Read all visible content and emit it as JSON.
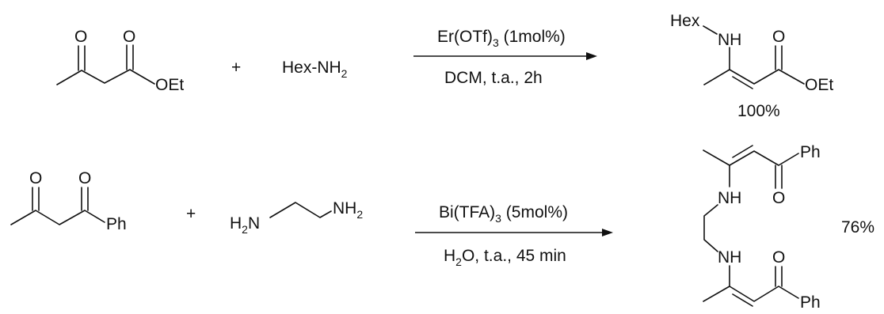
{
  "reaction1": {
    "reactant_a": {
      "O_ketone": "O",
      "O_ester": "O",
      "OEt": "OEt"
    },
    "plus": "+",
    "reactant_b": {
      "hex": "Hex-NH",
      "sub": "2"
    },
    "conditions_top": {
      "pre": "Er(OTf)",
      "sub": "3",
      "post": " (1mol%)"
    },
    "conditions_bottom": "DCM, t.a., 2h",
    "product": {
      "hex": "Hex",
      "nh": "NH",
      "O": "O",
      "OEt": "OEt"
    },
    "yield": "100%"
  },
  "reaction2": {
    "reactant_a": {
      "O1": "O",
      "O2": "O",
      "Ph": "Ph"
    },
    "plus": "+",
    "reactant_b": {
      "h2n_h": "H",
      "h2n_sub": "2",
      "h2n_n": "N",
      "nh2_nh": "NH",
      "nh2_sub": "2"
    },
    "conditions_top": {
      "pre": "Bi(TFA)",
      "sub": "3",
      "post": " (5mol%)"
    },
    "conditions_bottom": {
      "h": "H",
      "sub": "2",
      "rest": "O, t.a., 45 min"
    },
    "product": {
      "Ph_top": "Ph",
      "NH_top": "NH",
      "O_top": "O",
      "NH_bottom": "NH",
      "O_bottom": "O",
      "Ph_bottom": "Ph"
    },
    "yield": "76%"
  }
}
